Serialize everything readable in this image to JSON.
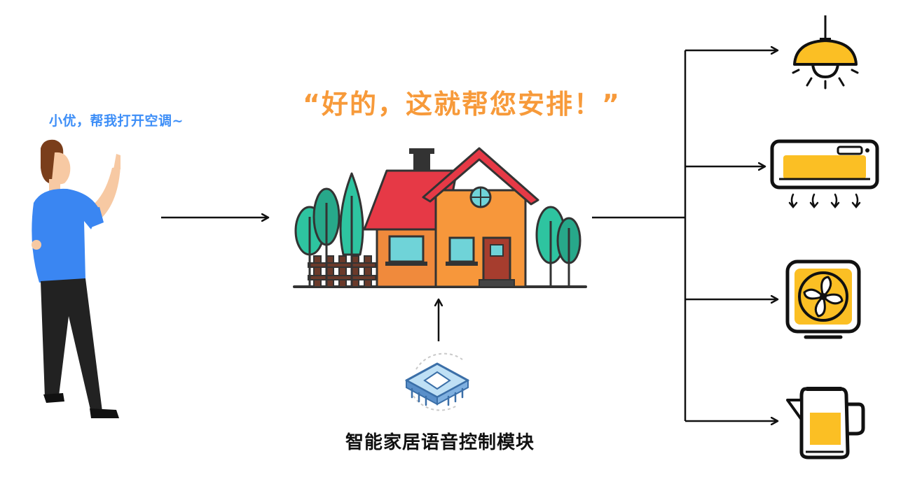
{
  "user_speech": "小优，帮我打开空调~",
  "reply_text": "“好的，这就帮您安排！”",
  "module_label": "智能家居语音控制模块",
  "colors": {
    "speech_blue": "#3d8ef7",
    "reply_orange": "#f79a3a",
    "device_yellow": "#fbbf24",
    "roof_red": "#e63946",
    "house_orange": "#f7973b",
    "tree_green": "#2ec4a0",
    "shirt_blue": "#3a86f2"
  },
  "icons": {
    "person": "person-pointing-icon",
    "house": "house-icon",
    "chip": "chip-icon",
    "devices": [
      "ceiling-lamp-icon",
      "air-conditioner-icon",
      "fan-icon",
      "kettle-icon"
    ]
  }
}
